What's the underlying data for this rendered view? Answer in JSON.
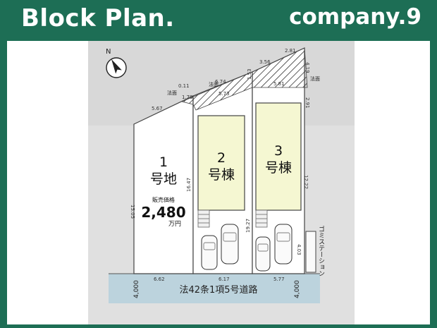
{
  "header": {
    "title_left": "Block Plan.",
    "title_right": "company.9"
  },
  "plan": {
    "compass_label": "N",
    "lot1": {
      "number": "1",
      "label": "号地",
      "price_label": "販売価格",
      "price": "2,480",
      "price_unit": "万円"
    },
    "lot2": {
      "number": "2",
      "label": "号棟"
    },
    "lot3": {
      "number": "3",
      "label": "号棟"
    },
    "road_label": "法42条1項5号道路",
    "road_width_left": "4,000",
    "road_width_right": "4,000",
    "setback_labels": [
      "法面",
      "法面",
      "法面"
    ],
    "garbage_station": "ゴミステーション",
    "dims": {
      "top_left": "5.67",
      "top_a": "6.74",
      "top_b": "5.73",
      "top_c": "3.56",
      "top_d": "2.81",
      "top_e": "5.81",
      "top_f": "1.53",
      "small_a": "0.11",
      "small_b": "1.79",
      "left_side": "15.05",
      "mid_left": "16.47",
      "mid_right": "19.27",
      "right_side": "12.22",
      "right_top": "4.19",
      "right_mid": "2.91",
      "right_low": "4.03",
      "bottom_1": "6.62",
      "bottom_2": "6.17",
      "bottom_3": "5.77"
    }
  }
}
